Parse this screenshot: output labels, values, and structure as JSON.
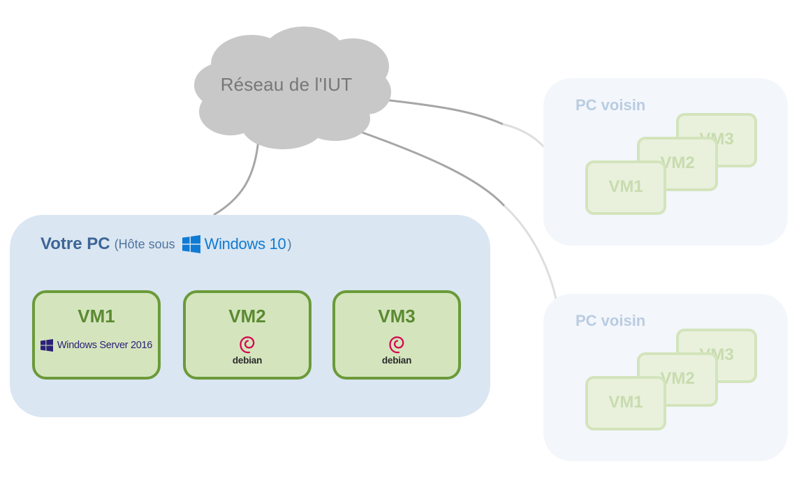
{
  "network": {
    "cloud_label": "Réseau de l'IUT"
  },
  "host": {
    "title": "Votre PC",
    "subtitle": "(Hôte sous",
    "os_brand": "Windows 10",
    "closing": ")",
    "vms": [
      {
        "label": "VM1",
        "os": "Windows Server 2016"
      },
      {
        "label": "VM2",
        "os": "debian"
      },
      {
        "label": "VM3",
        "os": "debian"
      }
    ]
  },
  "neighbors": [
    {
      "title": "PC voisin",
      "vms": [
        "VM1",
        "VM2",
        "VM3"
      ]
    },
    {
      "title": "PC voisin",
      "vms": [
        "VM1",
        "VM2",
        "VM3"
      ]
    }
  ],
  "colors": {
    "host_bg": "#dae6f1",
    "host_title": "#3c6596",
    "vm_fill": "#d4e5bd",
    "vm_border": "#6b9a3a",
    "vm_text": "#5b8a32",
    "cloud": "#c8c8c8",
    "neighbor_bg": "#f3f6fb",
    "windows_blue": "#0f7bd4",
    "windows_server_purple": "#2c2178",
    "debian_red": "#d70751"
  },
  "icons": {
    "windows10": "windows-logo-icon",
    "windows_server": "windows-logo-icon",
    "debian": "debian-swirl-icon"
  }
}
